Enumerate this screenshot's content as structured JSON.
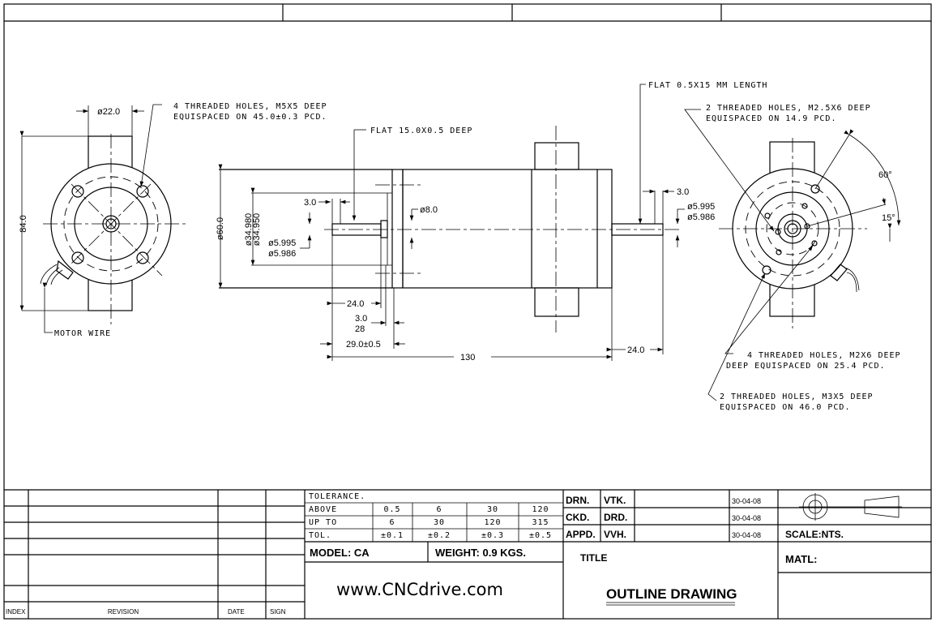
{
  "drawing": {
    "front_view": {
      "holes_note_line1": "4 THREADED HOLES, M5X5 DEEP",
      "holes_note_line2": "EQUISPACED ON 45.0±0.3 PCD.",
      "dim_width": "ø22.0",
      "dim_height": "84.0",
      "motor_wire": "MOTOR WIRE"
    },
    "side_view": {
      "flat_note": "FLAT 15.0X0.5 DEEP",
      "dim_body": "ø60.0",
      "dim_pilot_1": "ø34.980",
      "dim_pilot_2": "ø34.950",
      "dim_flat": "3.0",
      "dim_shaft_1": "ø5.995",
      "dim_shaft_2": "ø5.986",
      "dim_boss": "ø8.0",
      "dim_24": "24.0",
      "dim_3": "3.0",
      "dim_28": "28",
      "dim_29": "29.0±0.5",
      "dim_130": "130",
      "rear_flat_note": "FLAT 0.5X15 MM LENGTH",
      "rear_dim_3": "3.0",
      "rear_shaft_1": "ø5.995",
      "rear_shaft_2": "ø5.986",
      "rear_dim_24": "24.0"
    },
    "rear_view": {
      "note_a_1": "2 THREADED HOLES, M2.5X6 DEEP",
      "note_a_2": "EQUISPACED ON 14.9 PCD.",
      "angle_60": "60°",
      "angle_15": "15°",
      "note_b_1": "4 THREADED HOLES, M2X6 DEEP",
      "note_b_2": "DEEP EQUISPACED ON 25.4 PCD.",
      "note_c_1": "2 THREADED HOLES, M3X5 DEEP",
      "note_c_2": "EQUISPACED ON 46.0 PCD."
    }
  },
  "revision_table": {
    "index": "INDEX",
    "revision": "REVISION",
    "date": "DATE",
    "sign": "SIGN"
  },
  "tolerance": {
    "title": "TOLERANCE.",
    "rows": [
      [
        "ABOVE",
        "0.5",
        "6",
        "30",
        "120"
      ],
      [
        "UP TO",
        "6",
        "30",
        "120",
        "315"
      ],
      [
        "TOL.",
        "±0.1",
        "±0.2",
        "±0.3",
        "±0.5"
      ]
    ]
  },
  "model": "MODEL: CA",
  "weight": "WEIGHT:  0.9 KGS.",
  "website": "www.CNCdrive.com",
  "approvals": [
    {
      "role": "DRN.",
      "name": "VTK.",
      "date": "30-04-08"
    },
    {
      "role": "CKD.",
      "name": "DRD.",
      "date": "30-04-08"
    },
    {
      "role": "APPD.",
      "name": "VVH.",
      "date": "30-04-08"
    }
  ],
  "title_label": "TITLE",
  "title": "OUTLINE DRAWING",
  "scale": "SCALE:NTS.",
  "material": "MATL:"
}
